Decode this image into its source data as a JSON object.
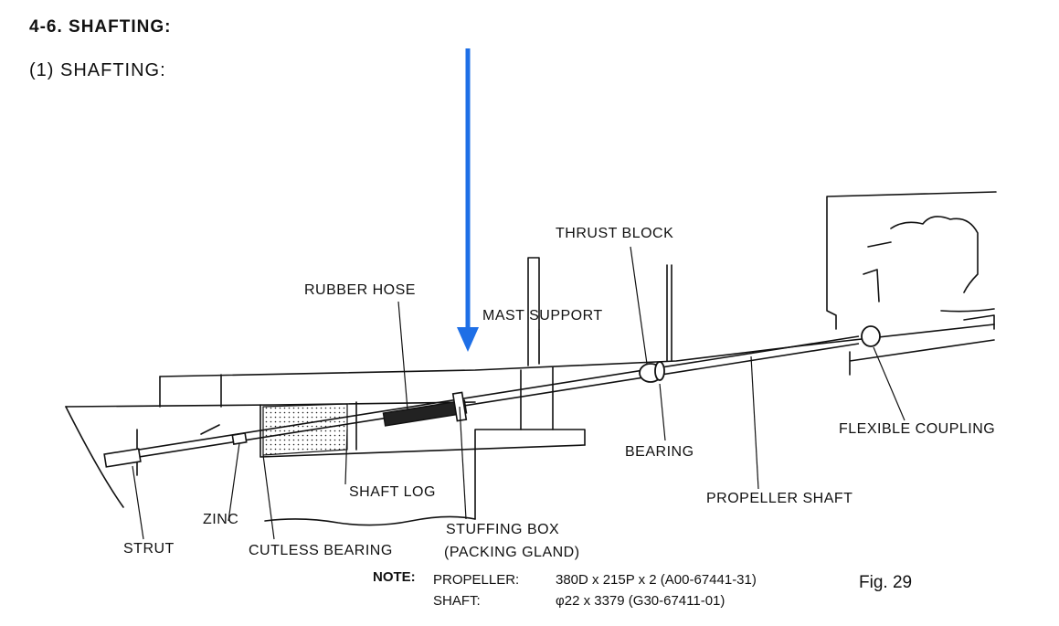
{
  "heading": {
    "section": "4-6. SHAFTING:",
    "subsection": "(1)   SHAFTING:"
  },
  "labels": {
    "thrust_block": "THRUST  BLOCK",
    "rubber_hose": "RUBBER HOSE",
    "mast_support": "MAST SUPPORT",
    "flexible_coupling": "FLEXIBLE COUPLING",
    "bearing": "BEARING",
    "shaft_log": "SHAFT LOG",
    "propeller_shaft": "PROPELLER SHAFT",
    "zinc": "ZINC",
    "stuffing_box": "STUFFING BOX",
    "packing_gland": "(PACKING GLAND)",
    "strut": "STRUT",
    "cutless_bearing": "CUTLESS BEARING"
  },
  "note": {
    "label": "NOTE:",
    "propeller_label": "PROPELLER:",
    "propeller_value": "380D x 215P x 2 (A00-67441-31)",
    "shaft_label": "SHAFT:",
    "shaft_value": "φ22 x 3379 (G30-67411-01)",
    "figure": "Fig. 29"
  },
  "colors": {
    "arrow": "#1e6fe6",
    "ink": "#111111"
  }
}
